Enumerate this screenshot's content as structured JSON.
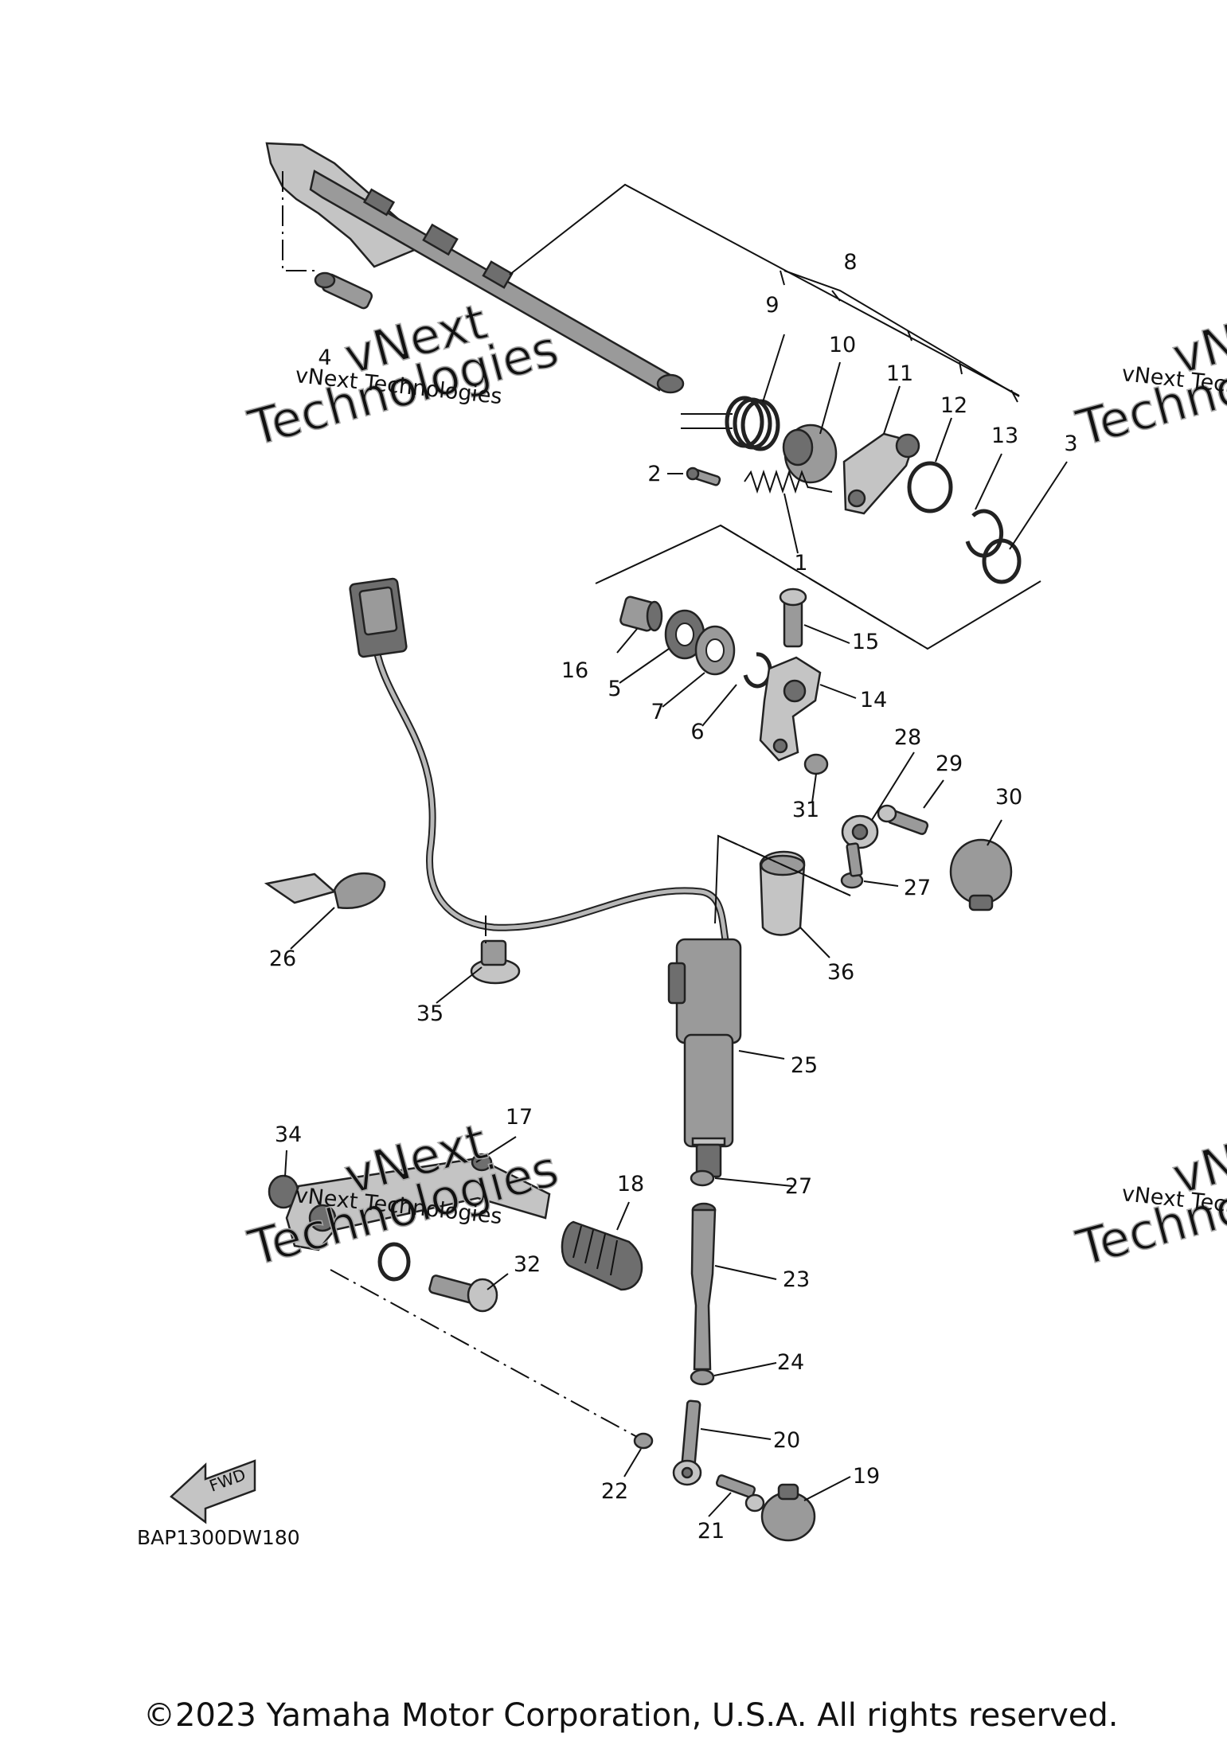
{
  "diagram_code": "BAP1300DW180",
  "copyright": "©2023 Yamaha Motor Corporation, U.S.A. All rights reserved.",
  "direction_arrow": {
    "label": "FWD"
  },
  "watermark": {
    "line1": "vNext Technologies",
    "line2a": "vNext",
    "line2b": "Technologies"
  },
  "callouts": {
    "c1": "1",
    "c2": "2",
    "c3": "3",
    "c4": "4",
    "c5": "5",
    "c6": "6",
    "c7": "7",
    "c8": "8",
    "c9": "9",
    "c10": "10",
    "c11": "11",
    "c12": "12",
    "c13": "13",
    "c14": "14",
    "c15": "15",
    "c16": "16",
    "c17": "17",
    "c18": "18",
    "c19": "19",
    "c20": "20",
    "c21": "21",
    "c22": "22",
    "c23": "23",
    "c24": "24",
    "c25": "25",
    "c26": "26",
    "c27a": "27",
    "c27b": "27",
    "c28": "28",
    "c29": "29",
    "c30": "30",
    "c31": "31",
    "c32": "32",
    "c34": "34",
    "c35": "35",
    "c36": "36"
  }
}
